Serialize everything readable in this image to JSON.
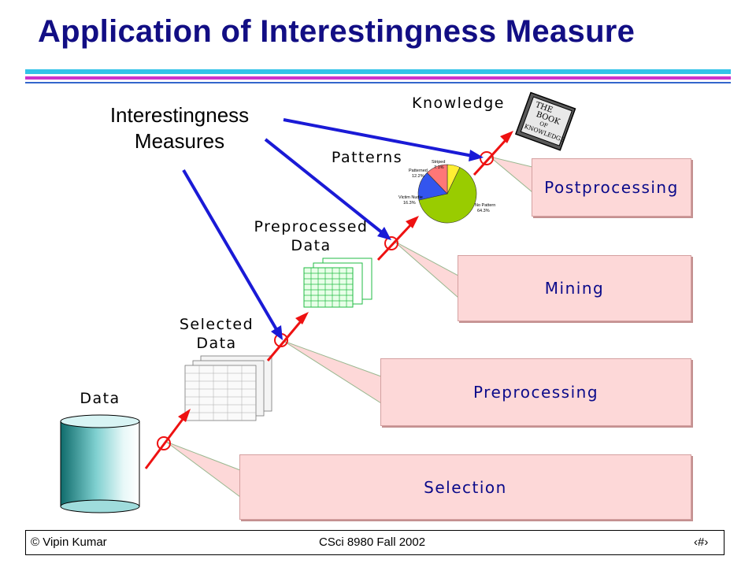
{
  "slide": {
    "title": "Application of Interestingness Measure",
    "interestingness_label_line1": "Interestingness",
    "interestingness_label_line2": "Measures"
  },
  "diagram": {
    "artifacts": {
      "data": "Data",
      "selected_data_line1": "Selected",
      "selected_data_line2": "Data",
      "preprocessed_data_line1": "Preprocessed",
      "preprocessed_data_line2": "Data",
      "patterns": "Patterns",
      "knowledge": "Knowledge"
    },
    "stages": {
      "selection": "Selection",
      "preprocessing": "Preprocessing",
      "mining": "Mining",
      "postprocessing": "Postprocessing"
    },
    "pie": {
      "slices": [
        {
          "label": "No Pattern",
          "value": 64.3,
          "color": "#99cc00"
        },
        {
          "label": "Victim Nudie",
          "value": 16.3,
          "color": "#3355ee"
        },
        {
          "label": "Patterned",
          "value": 12.2,
          "color": "#ff7777"
        },
        {
          "label": "Striped",
          "value": 7.1,
          "color": "#ffee33"
        }
      ],
      "label_striped": "Striped",
      "value_striped": "7.1%",
      "label_patterned": "Patterned",
      "value_patterned": "12.2%",
      "label_victim": "Victim Nudie",
      "value_victim": "16.3%",
      "label_nopattern": "No Pattern",
      "value_nopattern": "64.3%"
    },
    "book": {
      "line1": "THE",
      "line2": "BOOK",
      "line3": "OF",
      "line4": "KNOWLEDGE"
    }
  },
  "footer": {
    "left": "© Vipin Kumar",
    "center": "CSci 8980 Fall 2002",
    "page_number": "‹#›"
  },
  "colors": {
    "title": "#120e84",
    "arrow_blue": "#1a1ad6",
    "arrow_red": "#ee1111",
    "stage_fill": "#fdd8d8",
    "stage_text": "#0a0a8a"
  }
}
